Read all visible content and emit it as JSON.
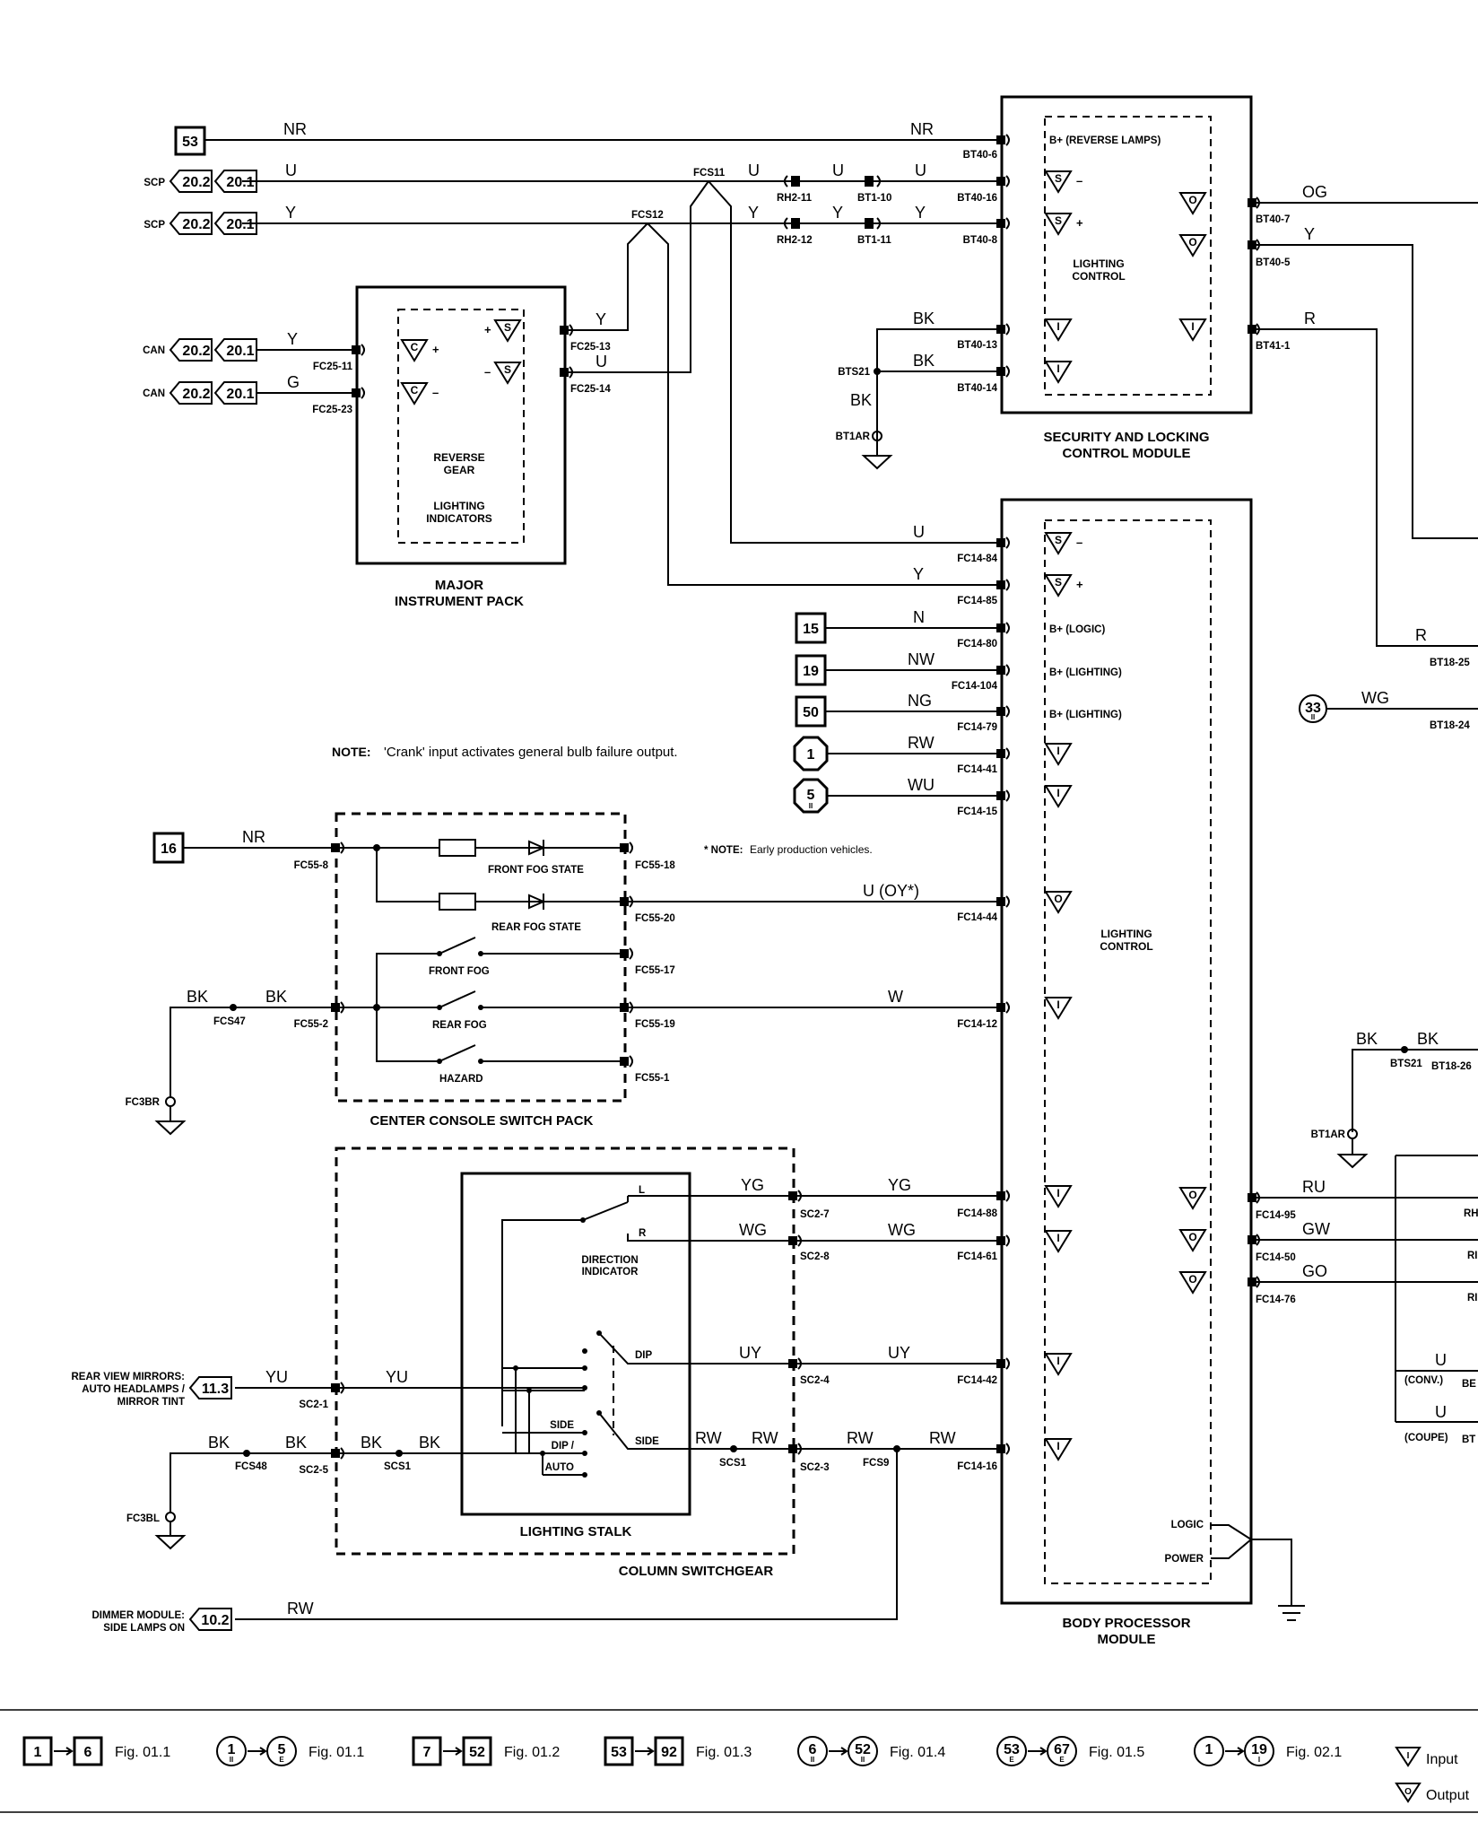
{
  "diagram": {
    "wire_colors": {
      "nr": "NR",
      "u": "U",
      "y": "Y",
      "g": "G",
      "bk": "BK",
      "og": "OG",
      "r": "R",
      "n": "N",
      "nw": "NW",
      "ng": "NG",
      "rw": "RW",
      "wu": "WU",
      "wg": "WG",
      "u_oy": "U (OY*)",
      "w": "W",
      "yg": "YG",
      "uy": "UY",
      "yu": "YU",
      "ru": "RU",
      "gw": "GW",
      "go": "GO"
    },
    "refs": {
      "r53": "53",
      "r20_2": "20.2",
      "r20_1": "20.1",
      "r15": "15",
      "r19": "19",
      "r50": "50",
      "r1": "1",
      "r5": "5",
      "r5_sub": "II",
      "r16": "16",
      "r33": "33",
      "r33_sub": "II",
      "r11_3": "11.3",
      "r10_2": "10.2"
    },
    "labels": {
      "scp": "SCP",
      "can": "CAN",
      "rear_view": "REAR VIEW MIRRORS:",
      "auto_headlamps": "AUTO HEADLAMPS /",
      "mirror_tint": "MIRROR TINT",
      "dimmer_module": "DIMMER MODULE:",
      "side_lamps_on": "SIDE LAMPS ON",
      "conv": "(CONV.)",
      "coupe": "(COUPE)"
    },
    "connectors": {
      "bt40_6": "BT40-6",
      "bt40_16": "BT40-16",
      "bt40_8": "BT40-8",
      "bt40_13": "BT40-13",
      "bt40_14": "BT40-14",
      "bt40_7": "BT40-7",
      "bt40_5": "BT40-5",
      "bt41_1": "BT41-1",
      "fcs11": "FCS11",
      "fcs12": "FCS12",
      "rh2_11": "RH2-11",
      "rh2_12": "RH2-12",
      "bt1_10": "BT1-10",
      "bt1_11": "BT1-11",
      "bts21": "BTS21",
      "bt1ar": "BT1AR",
      "fc25_11": "FC25-11",
      "fc25_23": "FC25-23",
      "fc25_13": "FC25-13",
      "fc25_14": "FC25-14",
      "fc14_84": "FC14-84",
      "fc14_85": "FC14-85",
      "fc14_80": "FC14-80",
      "fc14_104": "FC14-104",
      "fc14_79": "FC14-79",
      "fc14_41": "FC14-41",
      "fc14_15": "FC14-15",
      "fc14_44": "FC14-44",
      "fc14_12": "FC14-12",
      "fc14_88": "FC14-88",
      "fc14_61": "FC14-61",
      "fc14_42": "FC14-42",
      "fc14_16": "FC14-16",
      "fc14_95": "FC14-95",
      "fc14_50": "FC14-50",
      "fc14_76": "FC14-76",
      "bt18_25": "BT18-25",
      "bt18_24": "BT18-24",
      "bt18_26": "BT18-26",
      "fc55_8": "FC55-8",
      "fc55_18": "FC55-18",
      "fc55_20": "FC55-20",
      "fc55_17": "FC55-17",
      "fc55_19": "FC55-19",
      "fc55_1": "FC55-1",
      "fc55_2": "FC55-2",
      "fcs47": "FCS47",
      "fc3br": "FC3BR",
      "sc2_7": "SC2-7",
      "sc2_8": "SC2-8",
      "sc2_4": "SC2-4",
      "sc2_1": "SC2-1",
      "sc2_3": "SC2-3",
      "sc2_5": "SC2-5",
      "fcs48": "FCS48",
      "scs1": "SCS1",
      "fcs9": "FCS9",
      "fc3bl": "FC3BL",
      "rh_a": "RH",
      "ri_a": "RI",
      "ri_b": "RI",
      "be_a": "BE",
      "bt_a": "BT"
    },
    "modules": {
      "security_title_1": "SECURITY AND LOCKING",
      "security_title_2": "CONTROL MODULE",
      "lighting_control_1": "LIGHTING",
      "lighting_control_2": "CONTROL",
      "bpm_title_1": "BODY PROCESSOR",
      "bpm_title_2": "MODULE",
      "ip_title_1": "MAJOR",
      "ip_title_2": "INSTRUMENT PACK",
      "reverse_1": "REVERSE",
      "reverse_2": "GEAR",
      "lighting_ind_1": "LIGHTING",
      "lighting_ind_2": "INDICATORS",
      "console_title": "CENTER CONSOLE SWITCH PACK",
      "switchgear_title": "COLUMN SWITCHGEAR",
      "stalk_title": "LIGHTING STALK"
    },
    "pins": {
      "b_rev": "B+ (REVERSE LAMPS)",
      "b_logic": "B+ (LOGIC)",
      "b_light1": "B+ (LIGHTING)",
      "b_light2": "B+ (LIGHTING)",
      "logic": "LOGIC",
      "power": "POWER"
    },
    "switches": {
      "front_fog_state": "FRONT FOG STATE",
      "rear_fog_state": "REAR FOG STATE",
      "front_fog": "FRONT FOG",
      "rear_fog": "REAR FOG",
      "hazard": "HAZARD",
      "l": "L",
      "r": "R",
      "dir_ind_1": "DIRECTION",
      "dir_ind_2": "INDICATOR",
      "dip": "DIP",
      "side": "SIDE",
      "dip2": "DIP /",
      "auto": "AUTO",
      "side2": "SIDE"
    },
    "notes": {
      "note_label": "NOTE:",
      "crank": "'Crank' input activates general bulb failure output.",
      "early_star": "* NOTE:",
      "early_text": "Early production vehicles."
    },
    "icons": {
      "s": "S",
      "c": "C",
      "o": "O",
      "i": "I"
    }
  },
  "legend": {
    "items": [
      {
        "from": "1",
        "to": "6",
        "fig": "Fig. 01.1",
        "shape": "square"
      },
      {
        "from": "1",
        "from_sub": "II",
        "to": "5",
        "to_sub": "E",
        "fig": "Fig. 01.1",
        "shape": "circle"
      },
      {
        "from": "7",
        "to": "52",
        "fig": "Fig. 01.2",
        "shape": "square"
      },
      {
        "from": "53",
        "to": "92",
        "fig": "Fig. 01.3",
        "shape": "square"
      },
      {
        "from": "6",
        "from_sub": "II",
        "to": "52",
        "to_sub": "II",
        "fig": "Fig. 01.4",
        "shape": "circle"
      },
      {
        "from": "53",
        "from_sub": "E",
        "to": "67",
        "to_sub": "E",
        "fig": "Fig. 01.5",
        "shape": "circle"
      },
      {
        "from": "1",
        "from_sub": "",
        "to": "19",
        "to_sub": "I",
        "fig": "Fig. 02.1",
        "shape": "circle"
      }
    ],
    "input": "Input",
    "output": "Output"
  }
}
